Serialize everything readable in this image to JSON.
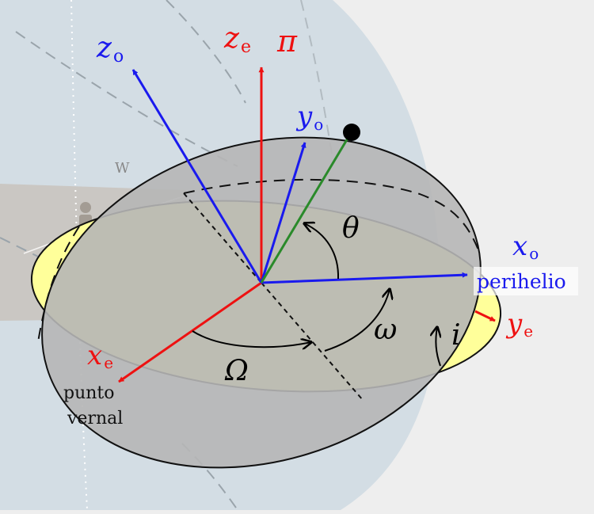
{
  "labels": {
    "z_o": "z",
    "z_o_sub": "o",
    "z_e": "z",
    "z_e_sub": "e",
    "pi": "π",
    "y_o": "y",
    "y_o_sub": "o",
    "x_o": "x",
    "x_o_sub": "o",
    "perihelio": "perihelio",
    "y_e": "y",
    "y_e_sub": "e",
    "x_e": "x",
    "x_e_sub": "e",
    "theta": "θ",
    "omega": "ω",
    "Omega": "Ω",
    "i": "i",
    "punto": "punto",
    "vernal": "vernal",
    "compass_w": "W"
  },
  "colors": {
    "ecliptic_plane": "#ffff9a",
    "orbit_plane": "#b6b6b6",
    "background": "#eeeeee",
    "sphere": "#d3dde4",
    "ecliptic_axes": "#ee1111",
    "orbital_axes": "#1a1aee",
    "radius_vector": "#2a8a2a"
  }
}
